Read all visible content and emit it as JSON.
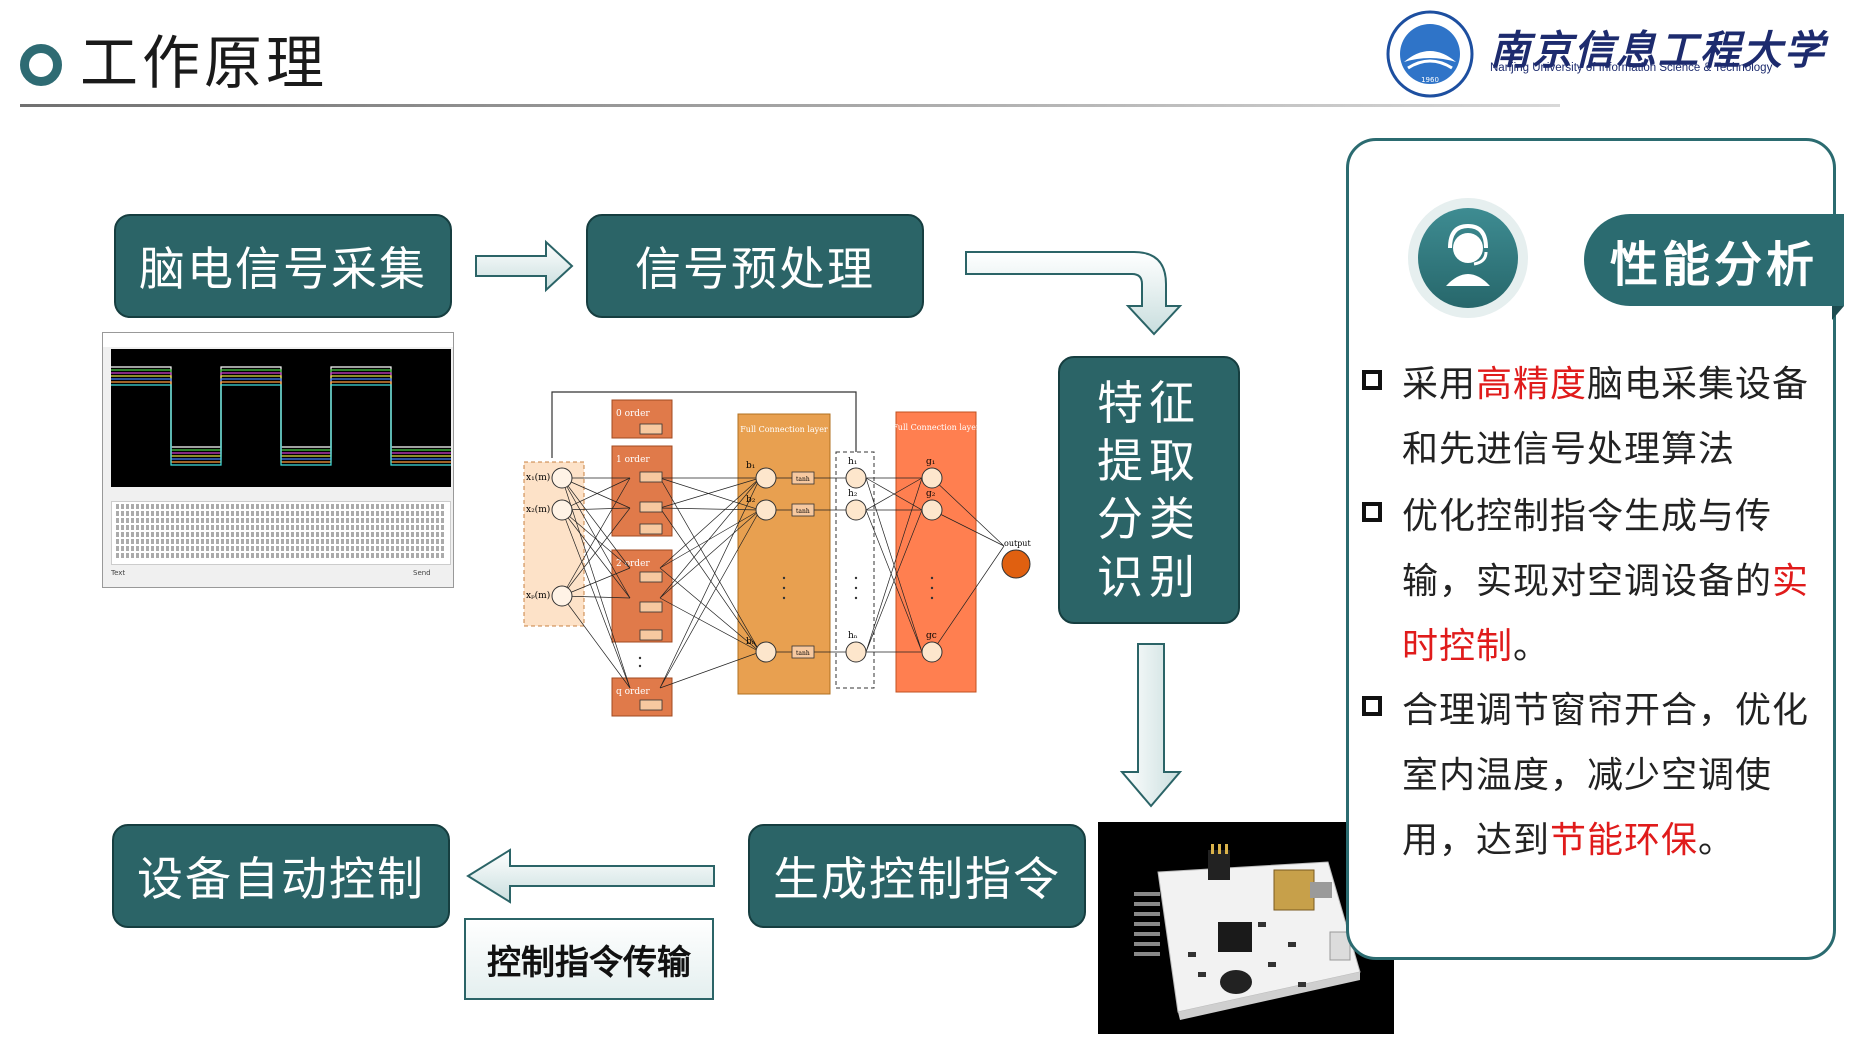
{
  "header": {
    "title": "工作原理",
    "logo_cn": "南京信息工程大学",
    "logo_en": "Nanjing University of Information Science & Technology",
    "logo_year": "1960"
  },
  "flow": {
    "acquire": "脑电信号采集",
    "preprocess": "信号预处理",
    "feature": "特征\n提取\n分类\n识别",
    "generate": "生成控制指令",
    "control": "设备自动控制",
    "transmit": "控制指令传输"
  },
  "network": {
    "order0": "0 order",
    "order1": "1 order",
    "order2": "2 order",
    "orderq": "q order",
    "fc_label": "Full Connection layer",
    "output": "output",
    "tanh": "tanh",
    "inputs": [
      "x₁(m)",
      "x₂(m)",
      "xₚ(m)"
    ],
    "b_nodes": [
      "b₁",
      "b₂",
      "bₙ"
    ],
    "h_nodes": [
      "h₁",
      "h₂",
      "hₙ"
    ],
    "g_nodes": [
      "g₁",
      "g₂",
      "gc"
    ]
  },
  "eeg_app": {
    "send": "Send",
    "text": "Text"
  },
  "perf": {
    "tab": "性能分析",
    "items": [
      {
        "pre": "采用",
        "hl": "高精度",
        "post": "脑电采集设备和先进信号处理算法"
      },
      {
        "pre": "优化控制指令生成与传输，实现对空调设备的",
        "hl": "实时控制",
        "post": "。"
      },
      {
        "pre": "合理调节窗帘开合，优化室内温度，减少空调使用，达到",
        "hl": "节能环保",
        "post": "。"
      }
    ]
  },
  "colors": {
    "teal": "#2b6467",
    "accent_red": "#e01b1b",
    "orange": "#e8a050",
    "deep_orange": "#ff7f50"
  }
}
